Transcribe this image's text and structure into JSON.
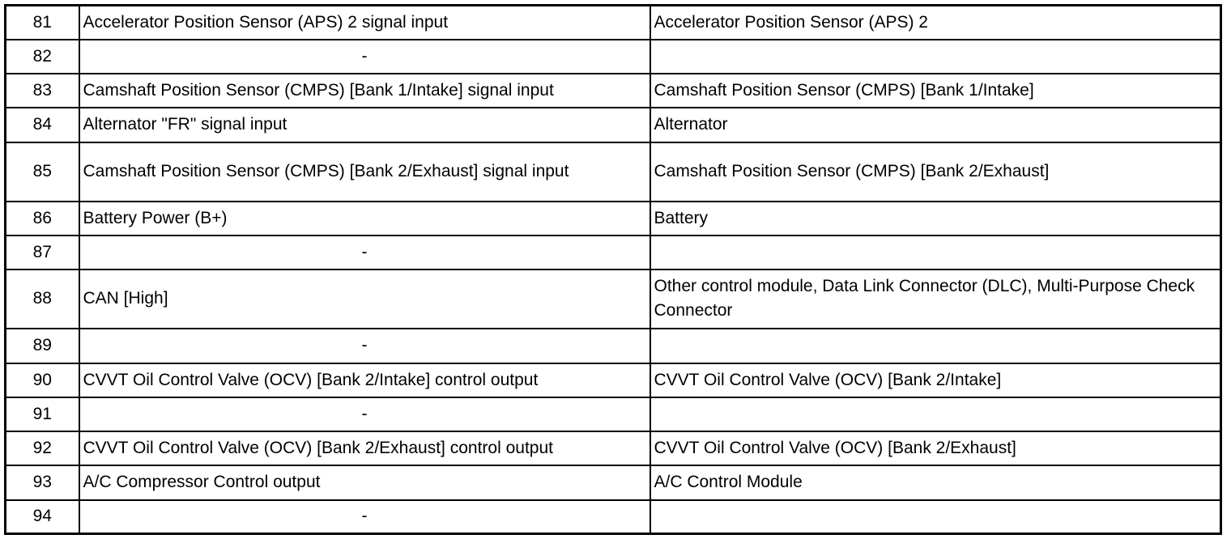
{
  "table": {
    "rows": [
      {
        "no": "81",
        "function": "Accelerator Position Sensor (APS) 2 signal input",
        "connected": "Accelerator Position Sensor (APS) 2"
      },
      {
        "no": "82",
        "function": "-",
        "connected": ""
      },
      {
        "no": "83",
        "function": "Camshaft Position Sensor (CMPS) [Bank 1/Intake] signal input",
        "connected": "Camshaft Position Sensor (CMPS) [Bank 1/Intake]"
      },
      {
        "no": "84",
        "function": "Alternator \"FR\" signal input",
        "connected": "Alternator"
      },
      {
        "no": "85",
        "function": "Camshaft Position Sensor (CMPS) [Bank 2/Exhaust] signal input",
        "connected": "Camshaft Position Sensor (CMPS) [Bank 2/Exhaust]"
      },
      {
        "no": "86",
        "function": "Battery Power (B+)",
        "connected": "Battery"
      },
      {
        "no": "87",
        "function": "-",
        "connected": ""
      },
      {
        "no": "88",
        "function": "CAN [High]",
        "connected": "Other control module, Data Link Connector (DLC), Multi-Purpose Check Connector"
      },
      {
        "no": "89",
        "function": "-",
        "connected": ""
      },
      {
        "no": "90",
        "function": "CVVT Oil Control Valve (OCV) [Bank 2/Intake] control output",
        "connected": "CVVT Oil Control Valve (OCV) [Bank 2/Intake]"
      },
      {
        "no": "91",
        "function": "-",
        "connected": ""
      },
      {
        "no": "92",
        "function": "CVVT Oil Control Valve (OCV) [Bank 2/Exhaust] control output",
        "connected": "CVVT Oil Control Valve (OCV) [Bank 2/Exhaust]"
      },
      {
        "no": "93",
        "function": "A/C Compressor Control output",
        "connected": "A/C Control Module"
      },
      {
        "no": "94",
        "function": "-",
        "connected": ""
      }
    ]
  }
}
